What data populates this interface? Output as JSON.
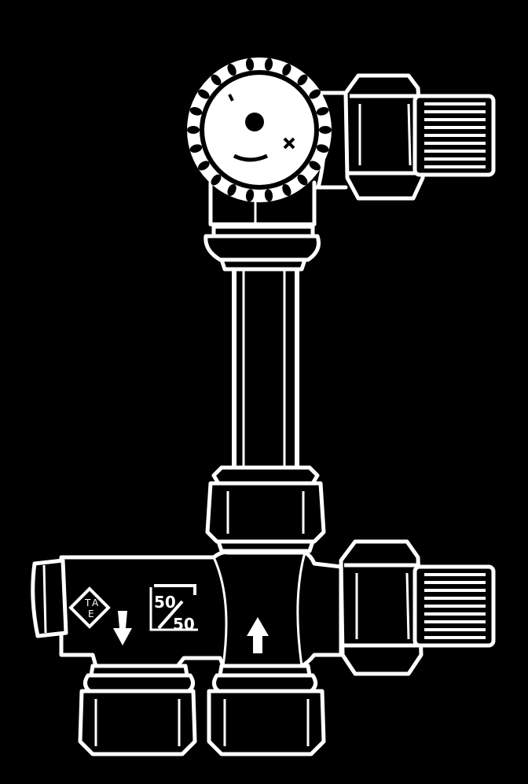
{
  "illustration": {
    "background_color": "#000000",
    "line_color": "#ffffff",
    "valve_body": {
      "ratio_top": "50",
      "ratio_bottom": "50",
      "logo_letters": [
        "T",
        "A",
        "E"
      ]
    }
  }
}
